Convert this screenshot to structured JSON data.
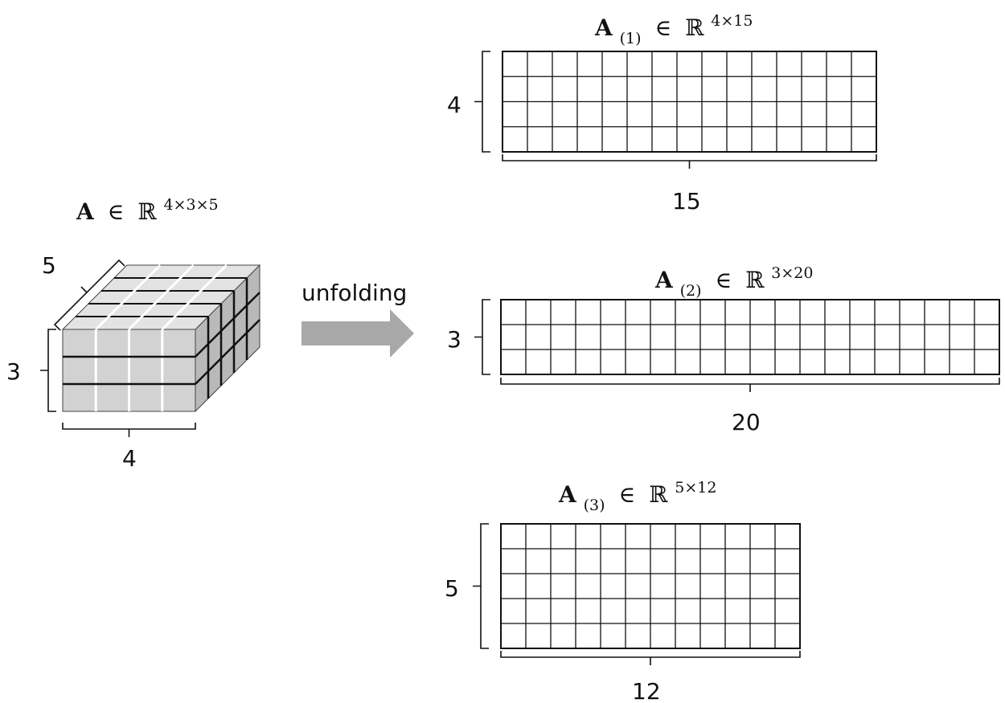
{
  "tensor": {
    "symbol": "A",
    "element_of": "∈",
    "field": "ℝ",
    "dims": "4×3×5",
    "depth_label": "5",
    "height_label": "3",
    "width_label": "4"
  },
  "arrow": {
    "label": "unfolding"
  },
  "unfoldings": [
    {
      "symbol": "A",
      "mode": "(1)",
      "element_of": "∈",
      "field": "ℝ",
      "dims": "4×15",
      "rows": 4,
      "cols": 15,
      "row_label": "4",
      "col_label": "15"
    },
    {
      "symbol": "A",
      "mode": "(2)",
      "element_of": "∈",
      "field": "ℝ",
      "dims": "3×20",
      "rows": 3,
      "cols": 20,
      "row_label": "3",
      "col_label": "20"
    },
    {
      "symbol": "A",
      "mode": "(3)",
      "element_of": "∈",
      "field": "ℝ",
      "dims": "5×12",
      "rows": 5,
      "cols": 12,
      "row_label": "5",
      "col_label": "12"
    }
  ],
  "colors": {
    "cube_face": "#d2d2d2",
    "cube_top": "#e3e3e3",
    "cube_side": "#b9b9b9",
    "arrow": "#a8a8a8",
    "ink": "#111111"
  }
}
